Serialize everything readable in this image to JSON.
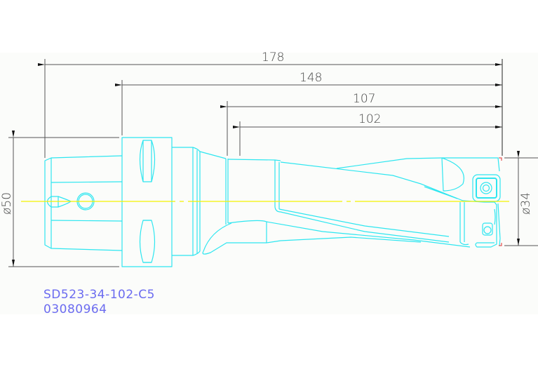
{
  "drawing": {
    "title": "Indexable drill technical drawing",
    "colors": {
      "outline": "#2ee6f0",
      "centerline": "#f2f200",
      "dimension": "#333333",
      "label": "#6b6bf0",
      "marker": "#e03030",
      "sheet_bg": "#fbfcfa"
    },
    "dimensions": {
      "length_overall": "178",
      "length_from_flange": "148",
      "length_body": "107",
      "length_cutting": "102",
      "shank_diameter": "ø50",
      "drill_diameter": "ø34"
    },
    "label": {
      "part_number": "SD523-34-102-C5",
      "order_code": "03080964"
    }
  }
}
